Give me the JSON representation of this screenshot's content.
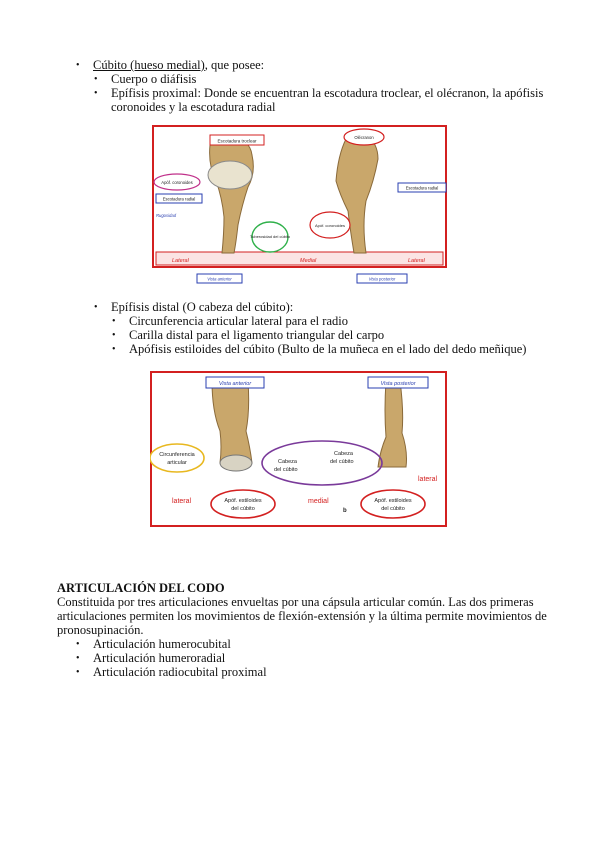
{
  "list1": {
    "item1_link": "Cúbito (hueso medial)",
    "item1_rest": ", que posee:",
    "sub1": "Cuerpo o diáfisis",
    "sub2_line1": "Epífisis proximal: Donde se encuentran la escotadura troclear, el olécranon, la apófisis",
    "sub2_line2": "coronoides y la escotadura radial"
  },
  "figure1": {
    "labels": {
      "escotadura_troclear": "Escotadura troclear",
      "apof_coronoides_left": "Apóf. coronoides",
      "escotadura_radial_left": "Escotadura radial",
      "rugosidad": "Rugosidad",
      "tuberosidad": "Tuberosidad del cúbito",
      "olecranon": "Olécranon",
      "escotadura_radial_right": "Escotadura radial",
      "apof_coronoides_right": "Apóf. coronoides",
      "lateral_left": "Lateral",
      "medial": "Medial",
      "lateral_right": "Lateral",
      "vista_anterior": "Vista anterior",
      "vista_posterior": "Vista posterior"
    }
  },
  "list2": {
    "item": "Epífisis distal (O cabeza del cúbito):",
    "sub1": "Circunferencia articular lateral para el radio",
    "sub2": "Carilla distal para el ligamento triangular del carpo",
    "sub3": "Apófisis estiloides del cúbito (Bulto de la muñeca en el lado del dedo meñique)"
  },
  "figure2": {
    "labels": {
      "vista_anterior": "Vista anterior",
      "vista_posterior": "Vista posterior",
      "circ_line1": "Circunferencia",
      "circ_line2": "articular",
      "cabeza1_line1": "Cabeza",
      "cabeza1_line2": "del cúbito",
      "cabeza2_line1": "Cabeza",
      "cabeza2_line2": "del cúbito",
      "lateral_left": "lateral",
      "medial": "medial",
      "lateral_right": "lateral",
      "apof1_line1": "Apóf. estiloides",
      "apof1_line2": "del cúbito",
      "apof2_line1": "Apóf. estiloides",
      "apof2_line2": "del cúbito",
      "b": "b"
    }
  },
  "section": {
    "title": "ARTICULACIÓN DEL CODO",
    "para_line1": "Constituida por tres articulaciones envueltas por una cápsula articular común. Las dos primeras",
    "para_line2": "articulaciones permiten los movimientos de flexión-extensión y la última permite movimientos de",
    "para_line3": "pronosupinación.",
    "items": [
      "Articulación humerocubital",
      "Articulación humeroradial",
      "Articulación radiocubital proximal"
    ]
  },
  "colors": {
    "red": "#d32020",
    "blue": "#2a3fb0",
    "green": "#2fb04a",
    "purple": "#7a3a9a",
    "bone": "#c9a76b",
    "yellow": "#e8b820"
  }
}
